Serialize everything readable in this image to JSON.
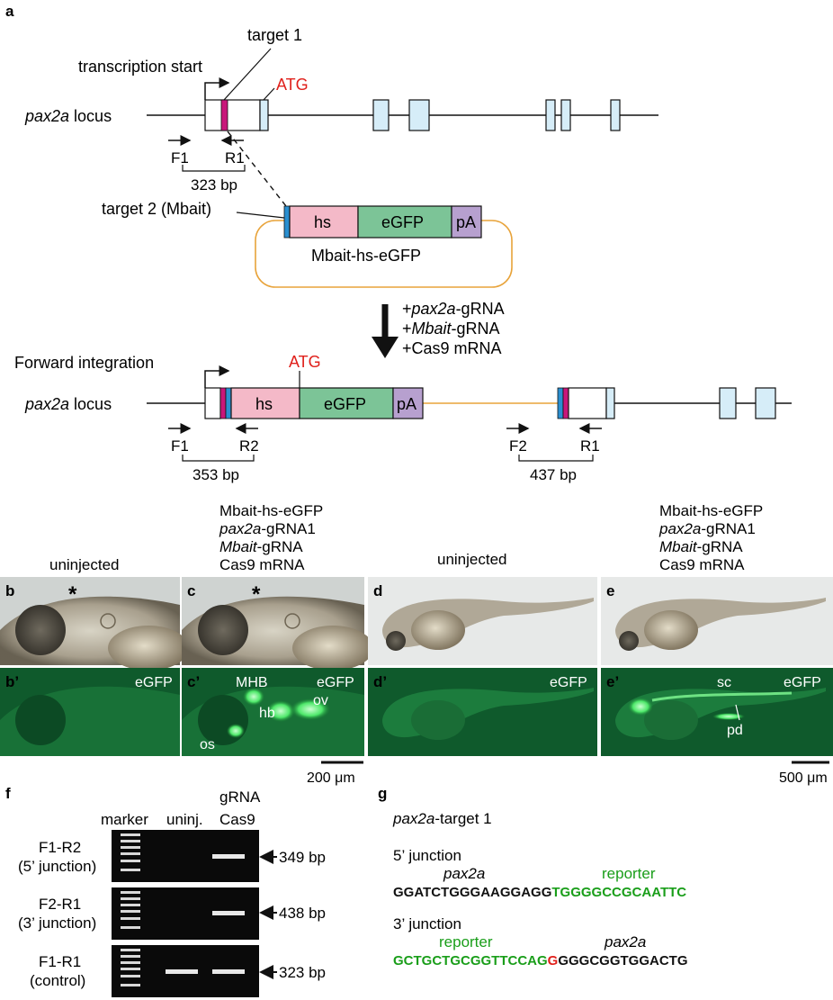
{
  "panel_a": {
    "label": "a",
    "locus": "pax2a",
    "locus_suffix": " locus",
    "transcription_start": "transcription start",
    "target1": "target 1",
    "atg": "ATG",
    "f1": "F1",
    "r1": "R1",
    "bp323": "323 bp",
    "target2": "target 2 (Mbait)",
    "hs": "hs",
    "egfp": "eGFP",
    "pa": "pA",
    "plasmid": "Mbait-hs-eGFP",
    "inj1_pre": "+",
    "inj1_it": "pax2a",
    "inj1_post": "-gRNA",
    "inj2_pre": "+",
    "inj2_it": "Mbait",
    "inj2_post": "-gRNA",
    "inj3": "+Cas9 mRNA",
    "forward": "Forward integration",
    "r2": "R2",
    "f2": "F2",
    "bp353": "353 bp",
    "bp437": "437 bp",
    "colors": {
      "magenta": "#c8177a",
      "blue": "#2a8fd0",
      "hs": "#f4b9c8",
      "egfp": "#7cc497",
      "pa": "#b7a0cf",
      "exon": "#d6edf8",
      "plasmid": "#e8a33a",
      "atg": "#e0201b"
    }
  },
  "panels_bcde": {
    "uninjected": "uninjected",
    "cond_1": "Mbait-hs-eGFP",
    "cond_2_it": "pax2a",
    "cond_2_post": "-gRNA1",
    "cond_3_it": "Mbait",
    "cond_3_post": "-gRNA",
    "cond_4": "Cas9 mRNA",
    "b": "b",
    "c": "c",
    "d": "d",
    "e": "e",
    "bp": "b’",
    "cp": "c’",
    "dp": "d’",
    "ep": "e’",
    "egfp": "eGFP",
    "star": "*",
    "mhb": "MHB",
    "hb": "hb",
    "ov": "ov",
    "os": "os",
    "sc": "sc",
    "pd": "pd",
    "scale1": "200 μm",
    "scale2": "500 μm"
  },
  "panel_f": {
    "label": "f",
    "marker": "marker",
    "uninj": "uninj.",
    "grna": "gRNA",
    "cas9": "Cas9",
    "row1_a": "F1-R2",
    "row1_b": "(5’ junction)",
    "row1_bp": "349 bp",
    "row2_a": "F2-R1",
    "row2_b": "(3’ junction)",
    "row2_bp": "438 bp",
    "row3_a": "F1-R1",
    "row3_b": "(control)",
    "row3_bp": "323 bp"
  },
  "panel_g": {
    "label": "g",
    "title_it": "pax2a",
    "title_post": "-target 1",
    "j5": "5’ junction",
    "pax2a": "pax2a",
    "reporter": "reporter",
    "seq5_black": "GGATCTGGGAAGGAGG",
    "seq5_green": "TGGGGCCGCAATTC",
    "j3": "3’ junction",
    "seq3_green": "GCTGCTGCGGTTCCAG",
    "seq3_red": "G",
    "seq3_black": "GGGCGGTGGACTG",
    "colors": {
      "green": "#1a9e1a",
      "red": "#e0201b"
    }
  }
}
